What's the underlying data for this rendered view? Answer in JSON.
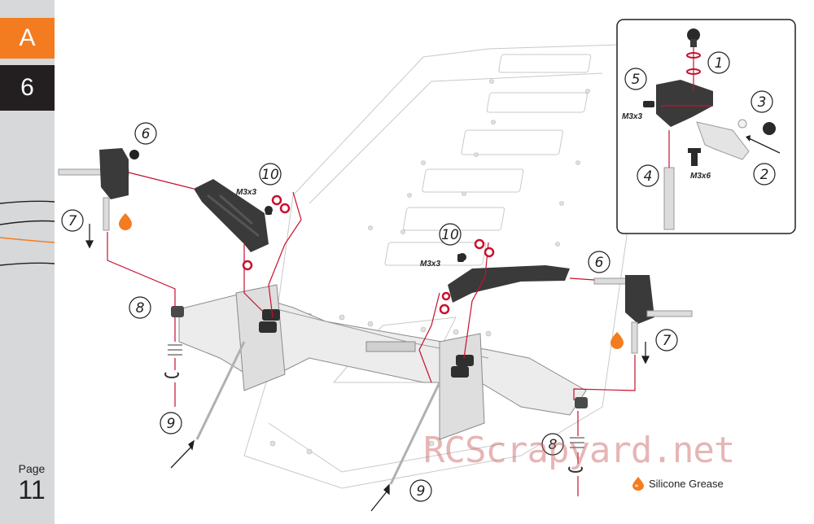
{
  "page": {
    "section": "A",
    "step": "6",
    "page_label": "Page",
    "page_number": "11"
  },
  "colors": {
    "section_tab": "#f47c20",
    "step_tab": "#231f20",
    "sidebar": "#d6d8da",
    "assembly_line": "#c8102e",
    "grease_drop": "#f47c20"
  },
  "callouts": [
    "1",
    "2",
    "3",
    "4",
    "5",
    "6",
    "7",
    "8",
    "9",
    "10"
  ],
  "screw_labels": {
    "left_arm": "M3x3",
    "right_arm": "M3x3",
    "inset_side": "M3x3",
    "inset_bottom": "M3x6"
  },
  "legend": {
    "icon": "grease-drop-icon",
    "label": "Silicone Grease"
  },
  "watermark": "RCScrapyard.net"
}
